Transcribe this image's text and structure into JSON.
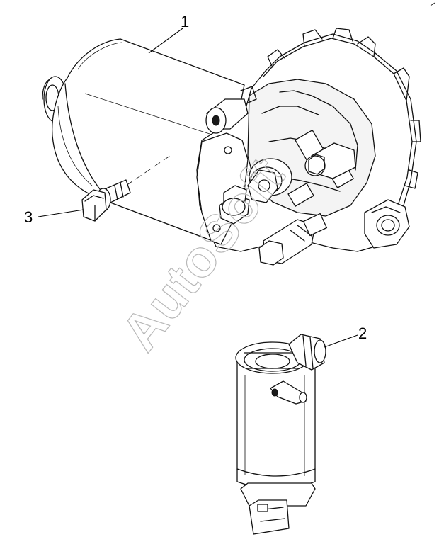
{
  "callouts": [
    {
      "id": "1",
      "label": "1"
    },
    {
      "id": "2",
      "label": "2"
    },
    {
      "id": "3",
      "label": "3"
    }
  ],
  "watermark": "AutoSoft"
}
